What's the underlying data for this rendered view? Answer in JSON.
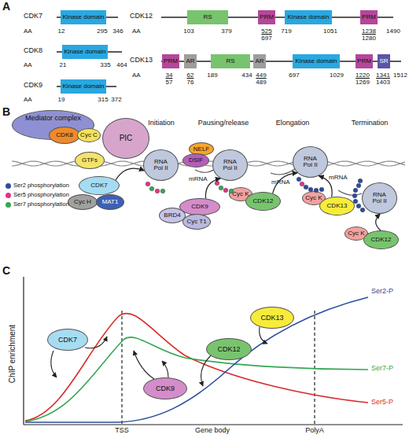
{
  "diagram": {
    "nodes": [
      {
        "text": [
          "Kinase domain"
        ]
      },
      {
        "text": [
          "RS"
        ]
      },
      {
        "text": [
          "PRM"
        ]
      },
      {
        "text": [
          "Kinase domain"
        ]
      },
      {
        "text": [
          "PRM"
        ]
      },
      {
        "text": [
          "Kinase domain"
        ]
      },
      {
        "text": [
          "PRM"
        ]
      },
      {
        "text": [
          "AR"
        ]
      },
      {
        "text": [
          "RS"
        ]
      },
      {
        "text": [
          "AR"
        ]
      },
      {
        "text": [
          "Kinase domain"
        ]
      },
      {
        "text": [
          "PRM"
        ]
      },
      {
        "text": [
          "SR"
        ]
      },
      {
        "text": [
          "Kinase domain"
        ]
      },
      {
        "text": [
          "Mediator complex"
        ]
      },
      {
        "text": [
          "CDK8"
        ]
      },
      {
        "text": [
          "Cyc C"
        ]
      },
      {
        "text": [
          "PIC"
        ]
      },
      {
        "text": [
          "GTFs"
        ]
      },
      {
        "text": [
          "RNA Pol II"
        ]
      },
      {
        "text": [
          "CDK7"
        ]
      },
      {
        "text": [
          "Cyc H"
        ]
      },
      {
        "text": [
          "MAT1"
        ]
      },
      {
        "text": [
          "NELF"
        ]
      },
      {
        "text": [
          "DSIF"
        ]
      },
      {
        "text": [
          "RNA Pol II"
        ]
      },
      {
        "text": [
          "CDK9"
        ]
      },
      {
        "text": [
          "BRD4"
        ]
      },
      {
        "text": [
          "Cyc T1"
        ]
      },
      {
        "text": [
          "RNA Pol II"
        ]
      },
      {
        "text": [
          "Cyc K"
        ]
      },
      {
        "text": [
          "CDK12"
        ]
      },
      {
        "text": [
          "Cyc K"
        ]
      },
      {
        "text": [
          "CDK13"
        ]
      },
      {
        "text": [
          "RNA Pol II"
        ]
      },
      {
        "text": [
          "Cyc K"
        ]
      },
      {
        "text": [
          "CDK12"
        ]
      },
      {
        "text": [
          "CDK7"
        ]
      },
      {
        "text": [
          "CDK9"
        ]
      },
      {
        "text": [
          "CDK12"
        ]
      },
      {
        "text": [
          "CDK13"
        ]
      }
    ],
    "edges": [
      {
        "from": 20,
        "to": 19,
        "arrow": "to"
      },
      {
        "from": 26,
        "to": 25,
        "arrow": "to"
      },
      {
        "from": 31,
        "to": 29,
        "arrow": "to"
      },
      {
        "from": 33,
        "to": 29,
        "arrow": "to"
      },
      {
        "from": 36,
        "to": 34,
        "arrow": "to"
      }
    ],
    "labels": [
      "A",
      "CDK7",
      "AA",
      "12",
      "295",
      "346",
      "CDK8",
      "AA",
      "21",
      "335",
      "464",
      "CDK9",
      "AA",
      "19",
      "315",
      "372",
      "CDK12",
      "AA",
      "103",
      "379",
      "525",
      "697",
      "719",
      "1051",
      "1238",
      "1280",
      "1490",
      "CDK13",
      "AA",
      "34",
      "57",
      "62",
      "76",
      "189",
      "434",
      "449",
      "489",
      "697",
      "1029",
      "1220",
      "1269",
      "1341",
      "1403",
      "1512",
      "B",
      "Initiation",
      "Pausing/release",
      "Elongation",
      "Termination",
      "mRNA",
      "mRNA",
      "mRNA",
      "C",
      "ChIP enrichment",
      "TSS",
      "Gene body",
      "PolyA",
      "Ser2-P",
      "Ser7-P",
      "Ser5-P"
    ],
    "legend": [
      {
        "text": "Ser2 phosphorylation",
        "color": "#2b4c9e"
      },
      {
        "text": "Ser5 phosphorylation",
        "color": "#e4318a"
      },
      {
        "text": "Ser7 phosphorylation",
        "color": "#35a853"
      }
    ]
  }
}
